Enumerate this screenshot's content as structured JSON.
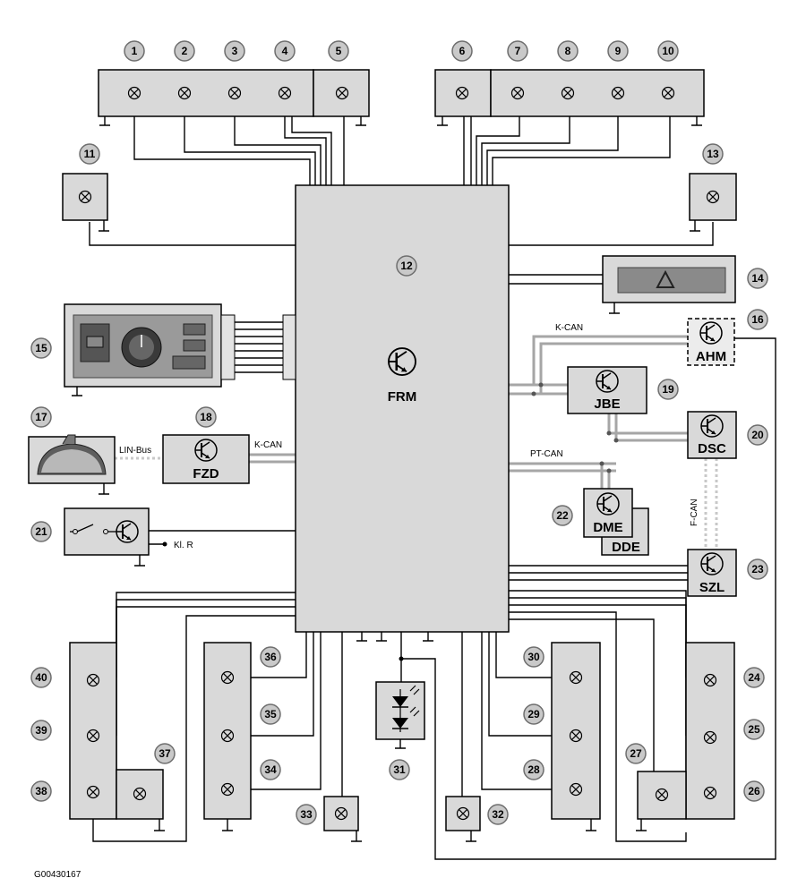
{
  "labels": {
    "c1": "1",
    "c2": "2",
    "c3": "3",
    "c4": "4",
    "c5": "5",
    "c6": "6",
    "c7": "7",
    "c8": "8",
    "c9": "9",
    "c10": "10",
    "c11": "11",
    "c12": "12",
    "c13": "13",
    "c14": "14",
    "c15": "15",
    "c16": "16",
    "c17": "17",
    "c18": "18",
    "c19": "19",
    "c20": "20",
    "c21": "21",
    "c22": "22",
    "c23": "23",
    "c24": "24",
    "c25": "25",
    "c26": "26",
    "c27": "27",
    "c28": "28",
    "c29": "29",
    "c30": "30",
    "c31": "31",
    "c32": "32",
    "c33": "33",
    "c34": "34",
    "c35": "35",
    "c36": "36",
    "c37": "37",
    "c38": "38",
    "c39": "39",
    "c40": "40"
  },
  "controllers": {
    "frm": "FRM",
    "ahm": "AHM",
    "jbe": "JBE",
    "dsc": "DSC",
    "fzd": "FZD",
    "dme": "DME",
    "dde": "DDE",
    "szl": "SZL"
  },
  "buses": {
    "kcan_top": "K-CAN",
    "kcan_fzd": "K-CAN",
    "ptcan": "PT-CAN",
    "fcan": "F-CAN",
    "linbus": "LIN-Bus",
    "klr": "Kl. R"
  },
  "figure_id": "G00430167",
  "icons": [
    "bulb-symbol",
    "transistor-symbol",
    "ground-symbol",
    "hazard-triangle",
    "led-symbol",
    "switch-symbol",
    "light-switch",
    "rear-view-mirror"
  ]
}
